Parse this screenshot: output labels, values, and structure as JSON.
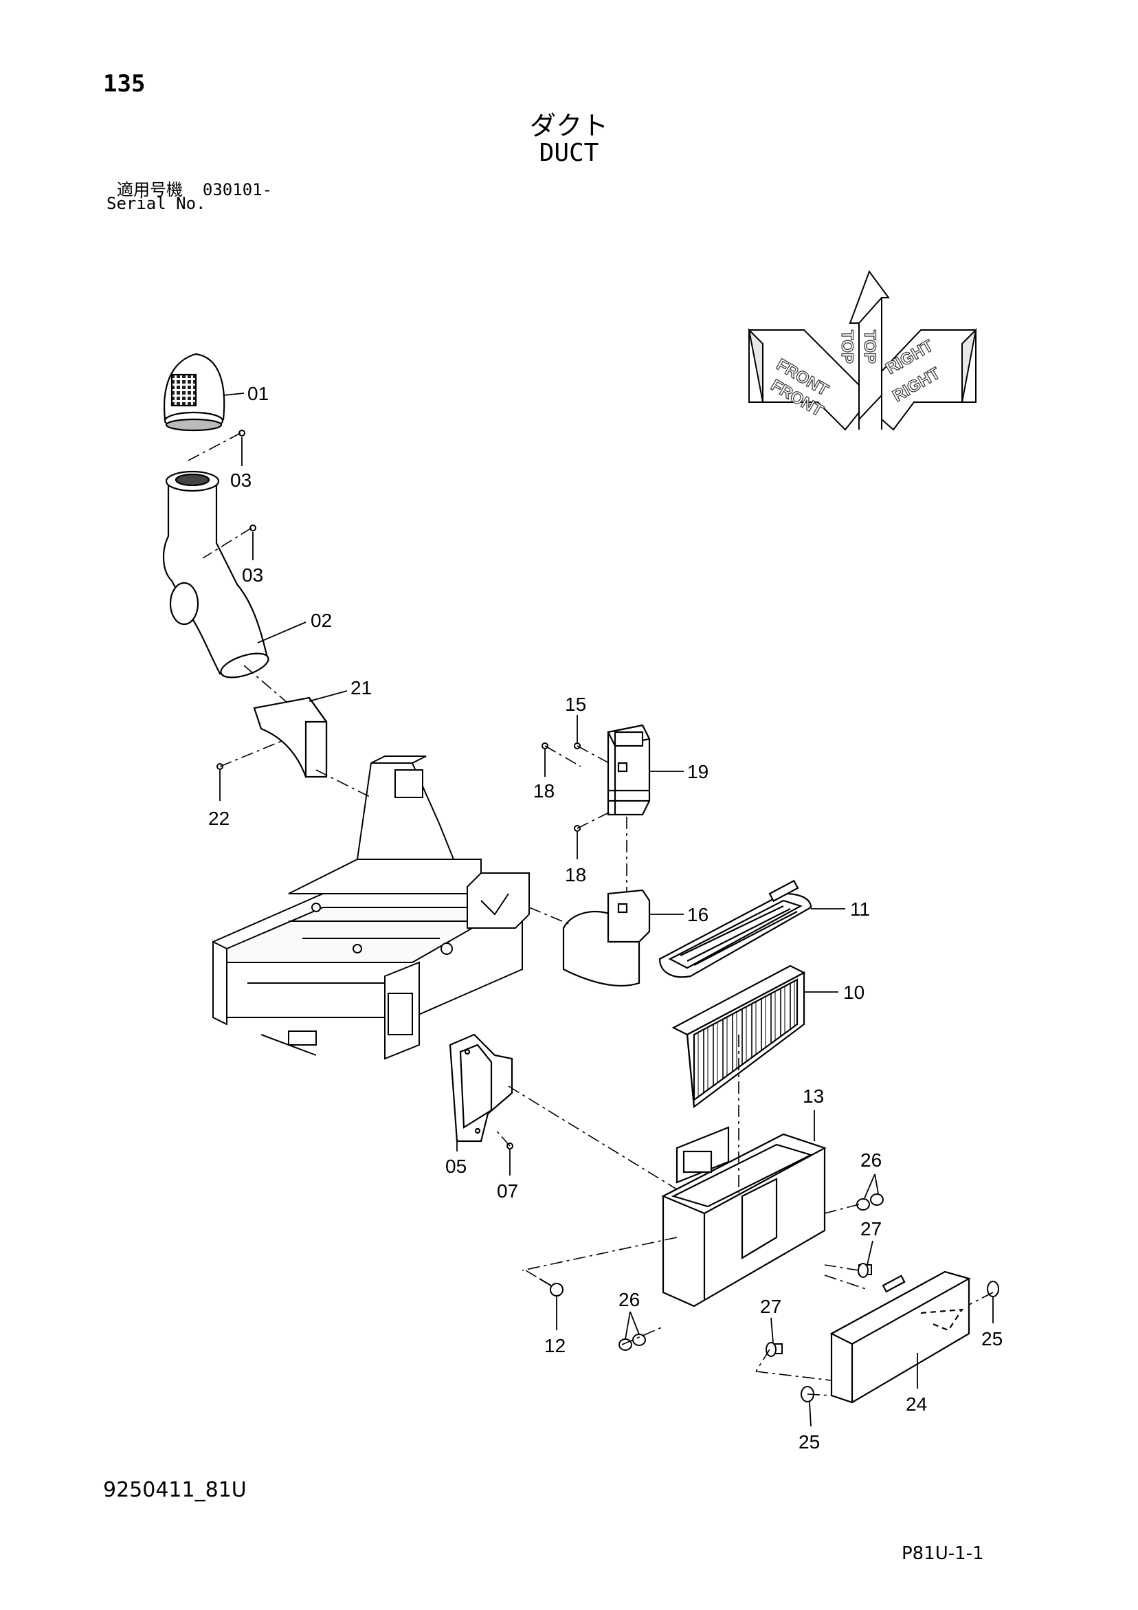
{
  "header": {
    "page_number": "135",
    "title_jp": "ダクト",
    "title_en": "DUCT",
    "serial_label_jp": "適用号機",
    "serial_value": "030101-",
    "serial_label_en": "Serial No."
  },
  "orientation": {
    "front": "FRONT",
    "top": "TOP",
    "right": "RIGHT"
  },
  "callouts": [
    {
      "id": "c01",
      "label": "01"
    },
    {
      "id": "c03a",
      "label": "03"
    },
    {
      "id": "c03b",
      "label": "03"
    },
    {
      "id": "c02",
      "label": "02"
    },
    {
      "id": "c21",
      "label": "21"
    },
    {
      "id": "c22",
      "label": "22"
    },
    {
      "id": "c15",
      "label": "15"
    },
    {
      "id": "c18a",
      "label": "18"
    },
    {
      "id": "c19",
      "label": "19"
    },
    {
      "id": "c18b",
      "label": "18"
    },
    {
      "id": "c16",
      "label": "16"
    },
    {
      "id": "c11",
      "label": "11"
    },
    {
      "id": "c10",
      "label": "10"
    },
    {
      "id": "c13",
      "label": "13"
    },
    {
      "id": "c05",
      "label": "05"
    },
    {
      "id": "c07",
      "label": "07"
    },
    {
      "id": "c26a",
      "label": "26"
    },
    {
      "id": "c27a",
      "label": "27"
    },
    {
      "id": "c12",
      "label": "12"
    },
    {
      "id": "c26b",
      "label": "26"
    },
    {
      "id": "c27b",
      "label": "27"
    },
    {
      "id": "c25a",
      "label": "25"
    },
    {
      "id": "c24",
      "label": "24"
    },
    {
      "id": "c25b",
      "label": "25"
    }
  ],
  "footer": {
    "doc_code": "9250411_81U",
    "page_code": "P81U-1-1"
  }
}
